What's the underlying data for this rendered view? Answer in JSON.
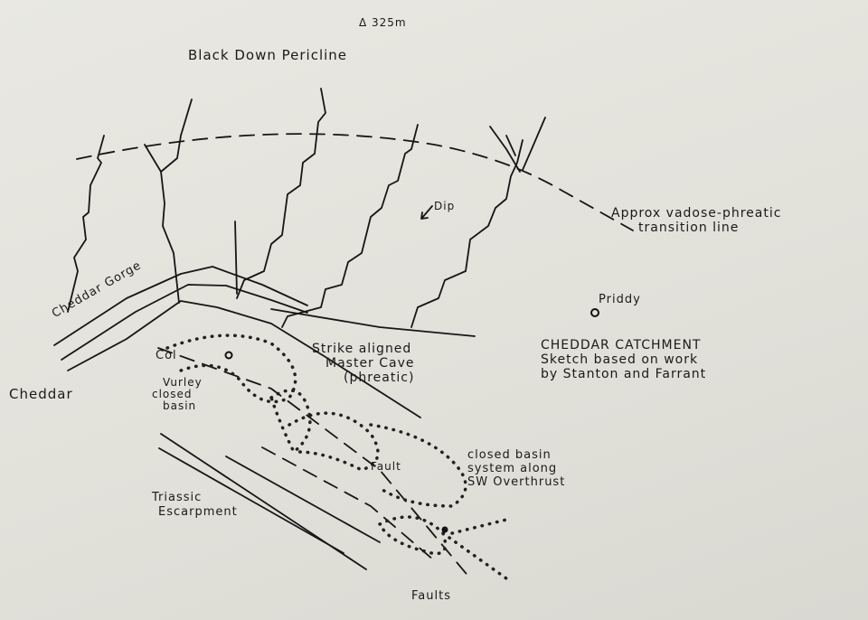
{
  "summit": "Δ 325m",
  "title": "Black Down Pericline",
  "transition_line": [
    "Approx vadose-phreatic",
    "transition line"
  ],
  "dip": "Dip",
  "priddy": "Priddy",
  "gorge": "Cheddar Gorge",
  "master_cave": [
    "Strike aligned",
    "Master Cave",
    "(phreatic)"
  ],
  "catchment": [
    "CHEDDAR CATCHMENT",
    "Sketch based on work",
    "by Stanton and Farrant"
  ],
  "col": "Col",
  "cheddar": "Cheddar",
  "vurley": [
    "Vurley",
    "closed",
    "basin"
  ],
  "fault": "Fault",
  "closed_basin": [
    "closed basin",
    "system along",
    "SW Overthrust"
  ],
  "escarpment": [
    "Triassic",
    "Escarpment"
  ],
  "faults": "Faults"
}
